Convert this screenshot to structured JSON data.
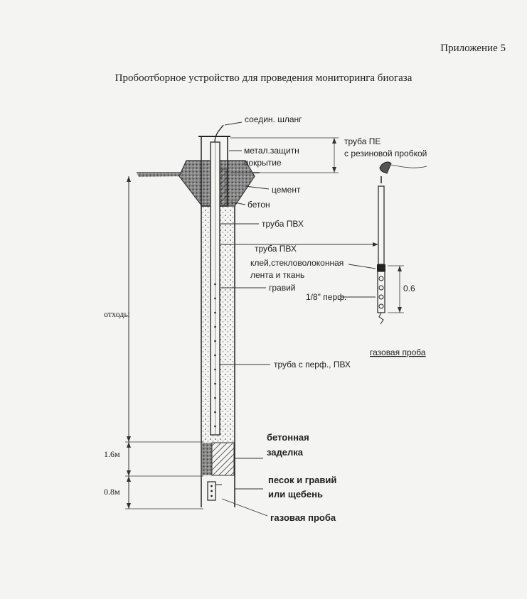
{
  "header": {
    "appendix": "Приложение 5",
    "title": "Пробоотборное устройство для проведения мониторинга биогаза"
  },
  "labels": {
    "connecting_hose": "соедин. шланг",
    "pe_pipe_line1": "труба ПЕ",
    "pe_pipe_line2": "с резиновой пробкой",
    "metal_cover_line1": "метал.защитн",
    "metal_cover_line2": "покрытие",
    "cement": "цемент",
    "concrete": "бетон",
    "pvc_pipe_1": "труба ПВХ",
    "pvc_pipe_2": "труба ПВХ",
    "glue_line1": "клей,стекловолоконная",
    "glue_line2": "лента и ткань",
    "gravel": "гравий",
    "perforation": "1/8\" перф.",
    "length_06": "0.6",
    "waste": "отходы",
    "gas_sample_probe": "газовая проба",
    "perforated_pipe": "труба с перф., ПВХ",
    "concrete_seal_line1": "бетонная",
    "concrete_seal_line2": "заделка",
    "depth_16": "1.6м",
    "sand_line1": "песок и гравий",
    "sand_line2": "или щебень",
    "depth_08": "0.8м",
    "gas_sample_bottom": "газовая проба"
  }
}
